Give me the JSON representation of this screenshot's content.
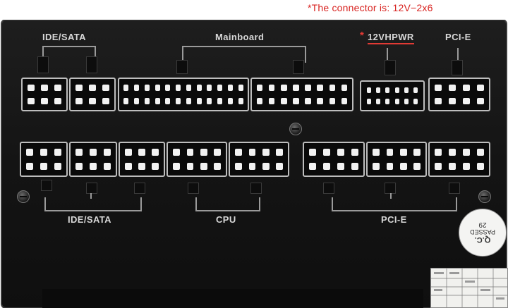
{
  "note": "*The connector is:  12V−2x6",
  "labels": {
    "ide_sata_top": "IDE/SATA",
    "mainboard": "Mainboard",
    "vhpwr_star": "*",
    "vhpwr": "12VHPWR",
    "pcie_top": "PCI-E",
    "ide_sata_bottom": "IDE/SATA",
    "cpu": "CPU",
    "pcie_bottom": "PCI-E"
  },
  "qc_sticker": {
    "line1": "Q.C.",
    "line2": "PASSED",
    "line3": "29"
  },
  "colors": {
    "note_red": "#d8221f",
    "panel_black": "#151515",
    "label_gray": "#d8d8d8",
    "vhpwr_underline": "#e23a34"
  }
}
